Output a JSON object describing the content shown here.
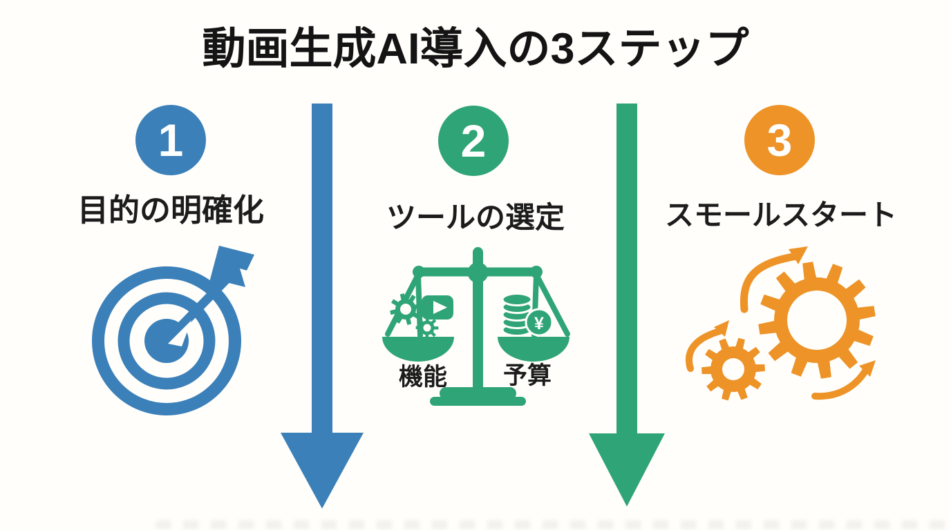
{
  "title": "動画生成AI導入の3ステップ",
  "background_color": "#fffefb",
  "text_color": "#141414",
  "steps": [
    {
      "number": "1",
      "label": "目的の明確化",
      "color": "#3b80b9",
      "icon": "target-arrow-icon"
    },
    {
      "number": "2",
      "label": "ツールの選定",
      "color": "#2fa476",
      "icon": "balance-scale-icon",
      "scale": {
        "left_label": "機能",
        "right_label": "予算",
        "yen_symbol": "¥",
        "left_pan_icons": [
          "gear-icon",
          "play-video-icon"
        ],
        "right_pan_icons": [
          "coin-stack-icon",
          "yen-coin-icon"
        ]
      }
    },
    {
      "number": "3",
      "label": "スモールスタート",
      "color": "#ed9327",
      "icon": "gears-growth-icon"
    }
  ],
  "connectors": [
    {
      "from": "1",
      "to": "2",
      "direction": "down",
      "color": "#3b80b9"
    },
    {
      "from": "2",
      "to": "3",
      "direction": "down",
      "color": "#2fa476"
    }
  ]
}
